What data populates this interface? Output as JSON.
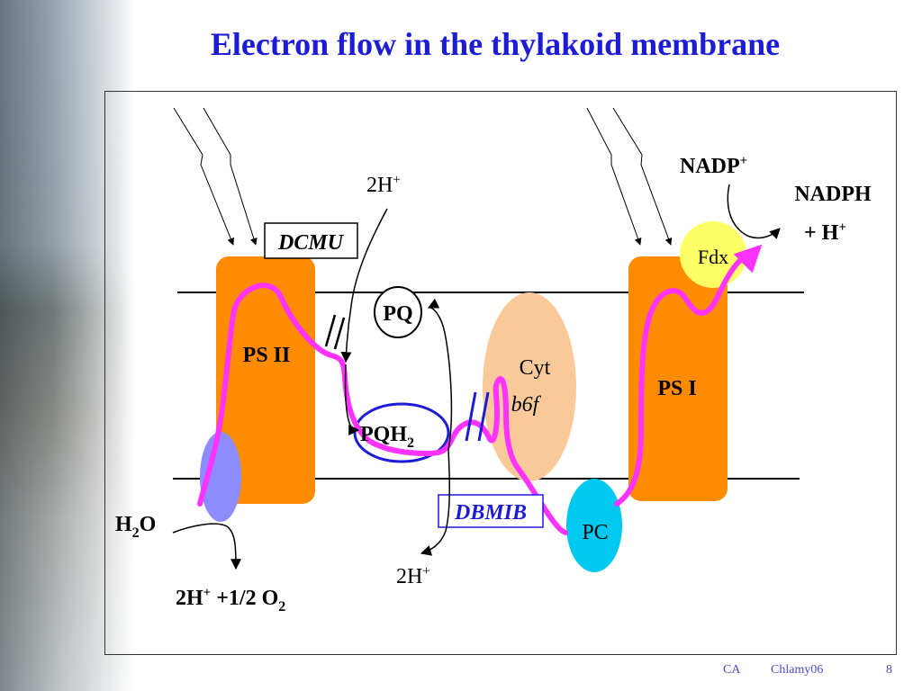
{
  "slide": {
    "title": "Electron flow in the thylakoid membrane",
    "footer": {
      "left": "CA",
      "center": "Chlamy06",
      "page": "8"
    }
  },
  "diagram": {
    "ps2": "PS II",
    "ps1": "PS I",
    "pq": "PQ",
    "pqh2": "PQH",
    "pqh2_sub": "2",
    "cyt_line1": "Cyt",
    "cyt_line2": "b6f",
    "pc": "PC",
    "fdx": "Fdx",
    "dcmu": "DCMU",
    "dbmib": "DBMIB",
    "nadp": "NADP",
    "nadp_sup": "+",
    "nadph_line1": "NADPH",
    "nadph_line2": "+ H",
    "nadph_sup": "+",
    "h2o": "H",
    "h2o_sub": "2",
    "h2o_end": "O",
    "proton_top": "2H",
    "proton_top_sup": "+",
    "proton_bottom": "2H",
    "proton_bottom_sup": "+",
    "o2_a": "2H",
    "o2_sup": "+",
    "o2_b": " +1/2 O",
    "o2_sub": "2",
    "colors": {
      "title": "#1c1cd6",
      "complex": "#ff8c00",
      "cyt": "#f9c99a",
      "pc": "#00c8ef",
      "fdx": "#ffff66",
      "oec": "#8c8cff",
      "electron_path": "#ff33ff",
      "inhibitor_dbmib": "#1c1cd6"
    }
  }
}
